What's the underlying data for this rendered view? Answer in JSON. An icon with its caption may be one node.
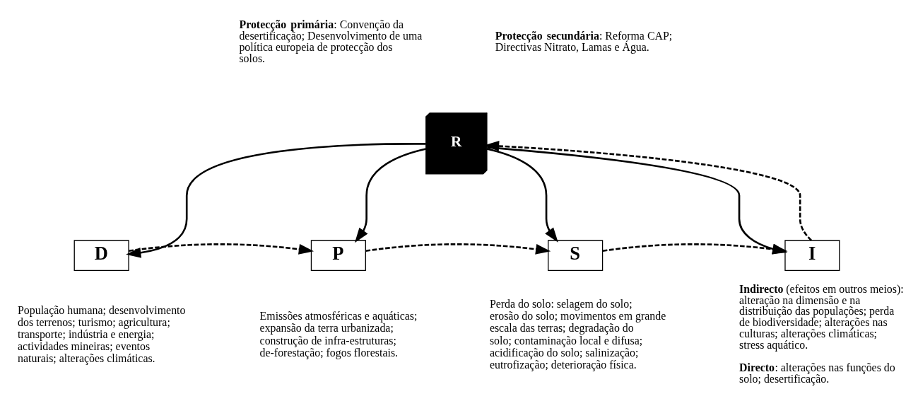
{
  "diagram": {
    "nodes": [
      {
        "text": [
          "R"
        ]
      },
      {
        "text": [
          "D"
        ],
        "beside": [
          "População humana; desenvolvimento dos terrenos; turismo; agricultura; transporte; indústria e energia; actividades mineiras; eventos naturais; alterações climáticas."
        ]
      },
      {
        "text": [
          "P"
        ],
        "beside": [
          "Emissões atmosféricas e aquáticas; expansão da terra urbanizada; construção de infra-estruturas; de-forestação; fogos florestais."
        ]
      },
      {
        "text": [
          "S"
        ],
        "beside": [
          "Perda do solo: selagem do solo; erosão do solo; movimentos em grande escala das terras; degradação do solo; contaminação local e difusa; acidificação do solo; salinização; eutrofização; deterioração física."
        ]
      },
      {
        "text": [
          "I"
        ],
        "beside": [
          "**Indirecto** (efeitos em outros meios): alteração na dimensão e na distribuição das populações; perda de biodiversidade; alterações nas culturas; alterações climáticas; stress aquático.",
          "**Directo**: alterações nas funções do solo; desertificação."
        ]
      }
    ],
    "edges": [
      {
        "from": 0,
        "to": 1,
        "arrow": "to"
      },
      {
        "from": 0,
        "to": 2,
        "arrow": "to"
      },
      {
        "from": 0,
        "to": 3,
        "arrow": "to"
      },
      {
        "from": 0,
        "to": 4,
        "arrow": "to"
      },
      {
        "from": 1,
        "to": 2,
        "arrow": "to",
        "style": "dashed"
      },
      {
        "from": 2,
        "to": 3,
        "arrow": "to",
        "style": "dashed"
      },
      {
        "from": 3,
        "to": 4,
        "arrow": "to",
        "style": "dashed"
      },
      {
        "from": 4,
        "to": 0,
        "arrow": "to",
        "style": "dashed"
      }
    ],
    "labels": [
      "**Protecção primária**: Convenção da desertificação; Desenvolvimento de uma política europeia de protecção dos solos.",
      "**Protecção secundária**: Reforma CAP; Directivas Nitrato, Lamas e Água."
    ]
  }
}
